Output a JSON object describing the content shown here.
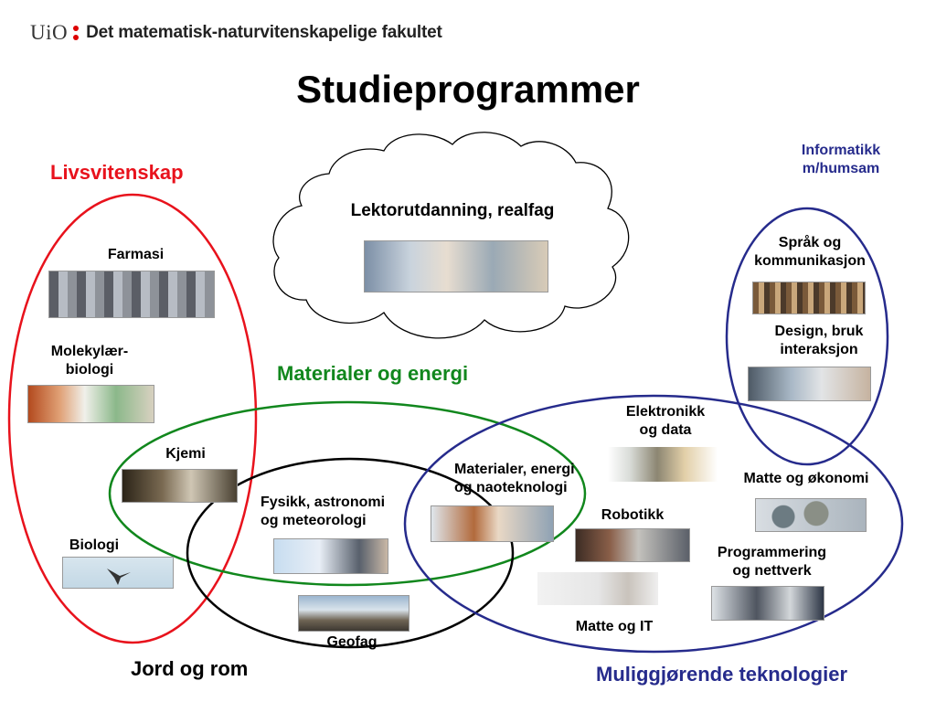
{
  "header": {
    "logo_text": "UiO",
    "faculty": "Det matematisk-naturvitenskapelige fakultet"
  },
  "title": "Studieprogrammer",
  "clusters": {
    "livsvitenskap": "Livsvitenskap",
    "informatikk": [
      "Informatikk",
      "m/humsam"
    ],
    "materialer": "Materialer og energi",
    "jord": "Jord og rom",
    "muliggjorende": "Muliggjørende teknologier"
  },
  "programs": {
    "lektor": "Lektorutdanning, realfag",
    "farmasi": "Farmasi",
    "molekyl": [
      "Molekylær-",
      "biologi"
    ],
    "kjemi": "Kjemi",
    "biologi": "Biologi",
    "fysikk": [
      "Fysikk, astronomi",
      "og meteorologi"
    ],
    "geofag": "Geofag",
    "materialer_nano": [
      "Materialer, energi",
      "og naoteknologi"
    ],
    "elektronikk": [
      "Elektronikk",
      "og data"
    ],
    "robotikk": "Robotikk",
    "matte_it": "Matte og IT",
    "sprak": [
      "Språk og",
      "kommunikasjon"
    ],
    "design": [
      "Design, bruk",
      "interaksjon"
    ],
    "matte_okonomi": "Matte og økonomi",
    "programmering": [
      "Programmering",
      "og nettverk"
    ]
  },
  "colors": {
    "red": "#e8121c",
    "green": "#11871d",
    "navy": "#262b8c",
    "black": "#000000"
  }
}
